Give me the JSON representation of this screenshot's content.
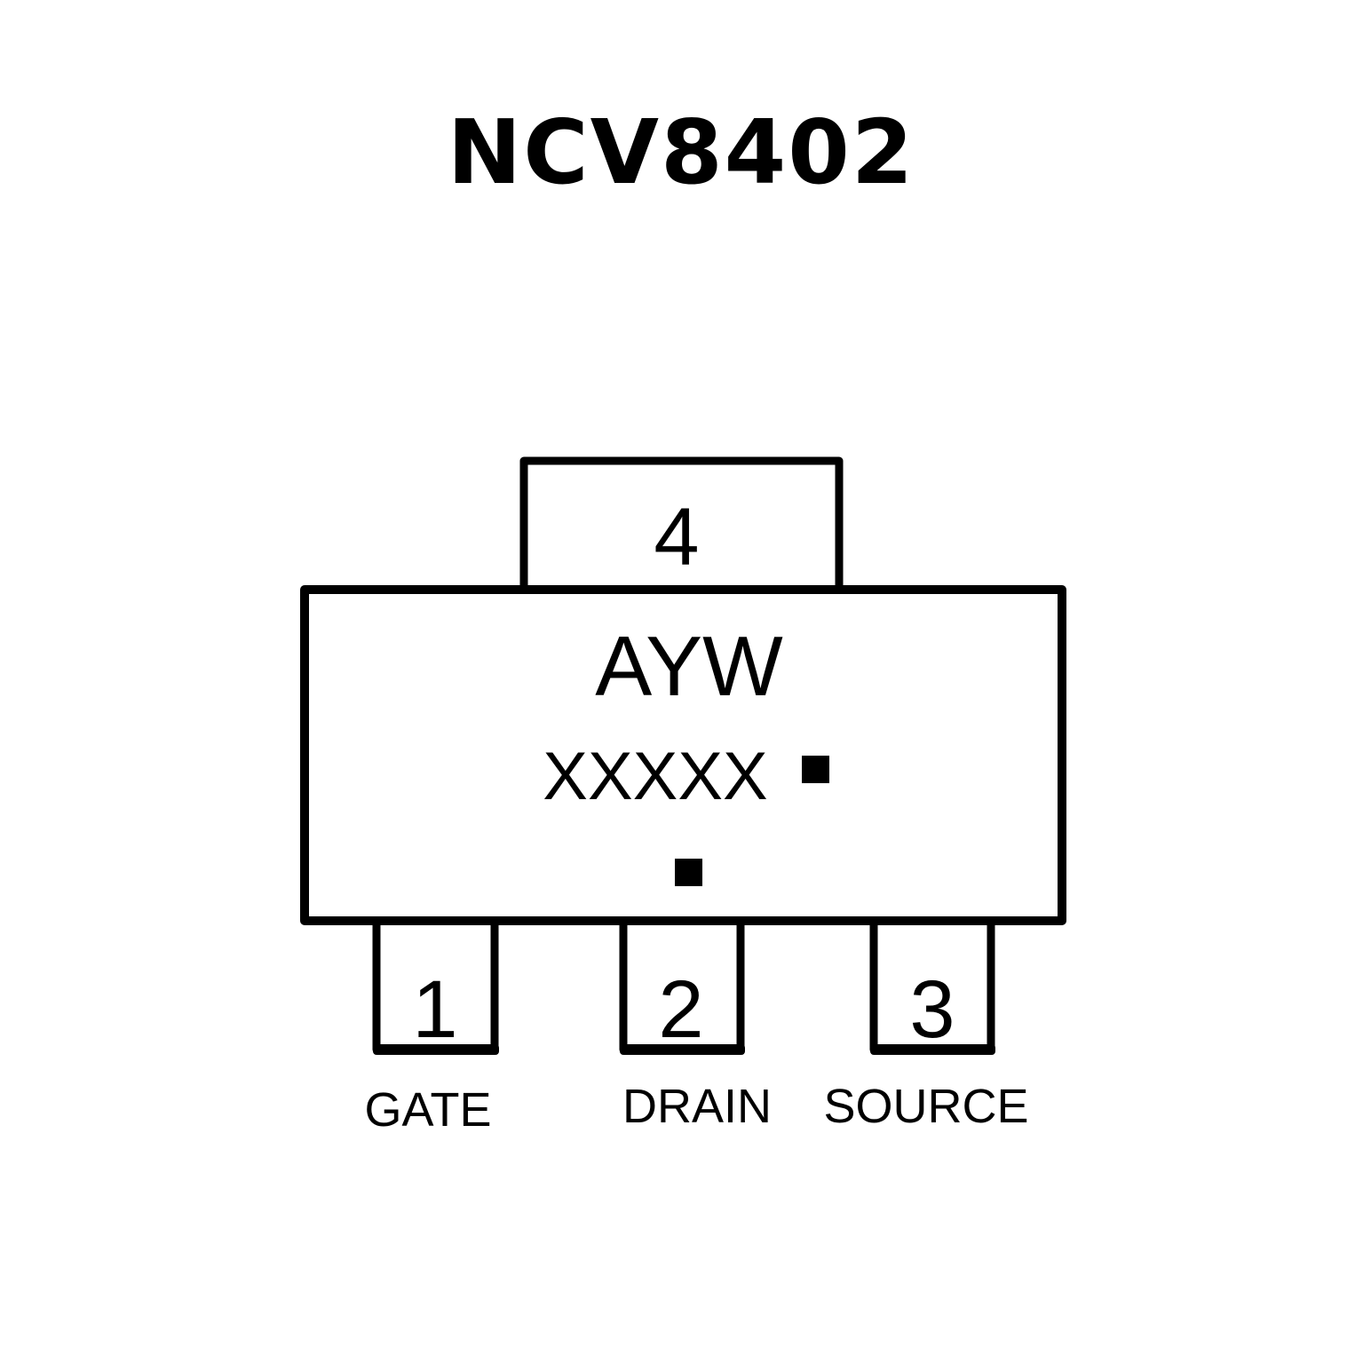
{
  "title": "NCV8402",
  "package": {
    "tab_pin": "4",
    "marking_line1": "AYW",
    "marking_line2": "XXXXX",
    "pins": [
      {
        "number": "1",
        "label": "GATE"
      },
      {
        "number": "2",
        "label": "DRAIN"
      },
      {
        "number": "3",
        "label": "SOURCE"
      }
    ]
  },
  "colors": {
    "stroke": "#000000",
    "background": "#ffffff"
  }
}
